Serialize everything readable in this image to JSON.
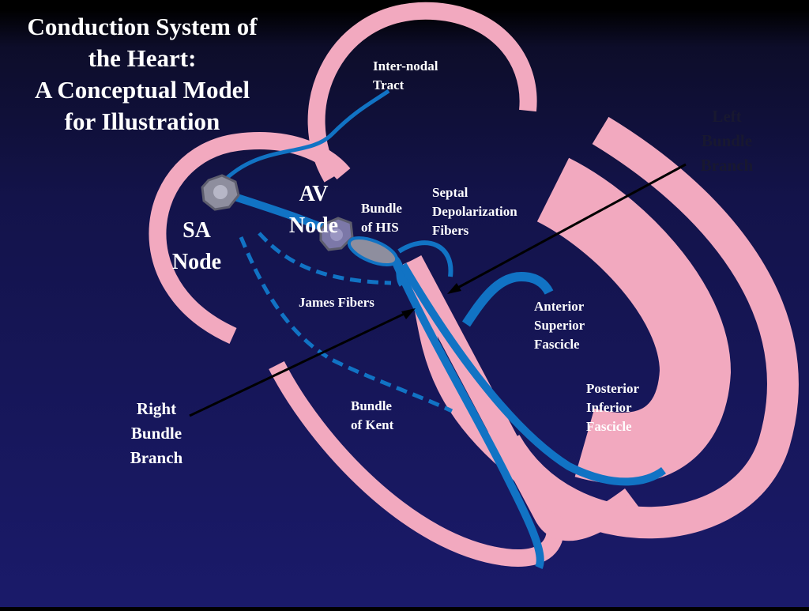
{
  "title": "Conduction System of\nthe Heart:\nA Conceptual Model\nfor Illustration",
  "labels": {
    "internodal": "Inter-nodal\nTract",
    "left_bundle": "Left\nBundle\nBranch",
    "av_node": "AV\nNode",
    "bundle_his": "Bundle\nof HIS",
    "septal": "Septal\nDepolarization\nFibers",
    "sa_node": "SA\nNode",
    "james": "James Fibers",
    "anterior": "Anterior\nSuperior\nFascicle",
    "right_bundle": "Right\nBundle\nBranch",
    "posterior": "Posterior\nInferior\nFascicle",
    "kent": "Bundle\nof Kent"
  },
  "colors": {
    "muscle": "#f2a9bf",
    "conduction": "#1173c4",
    "node": "#8e8e9e"
  }
}
